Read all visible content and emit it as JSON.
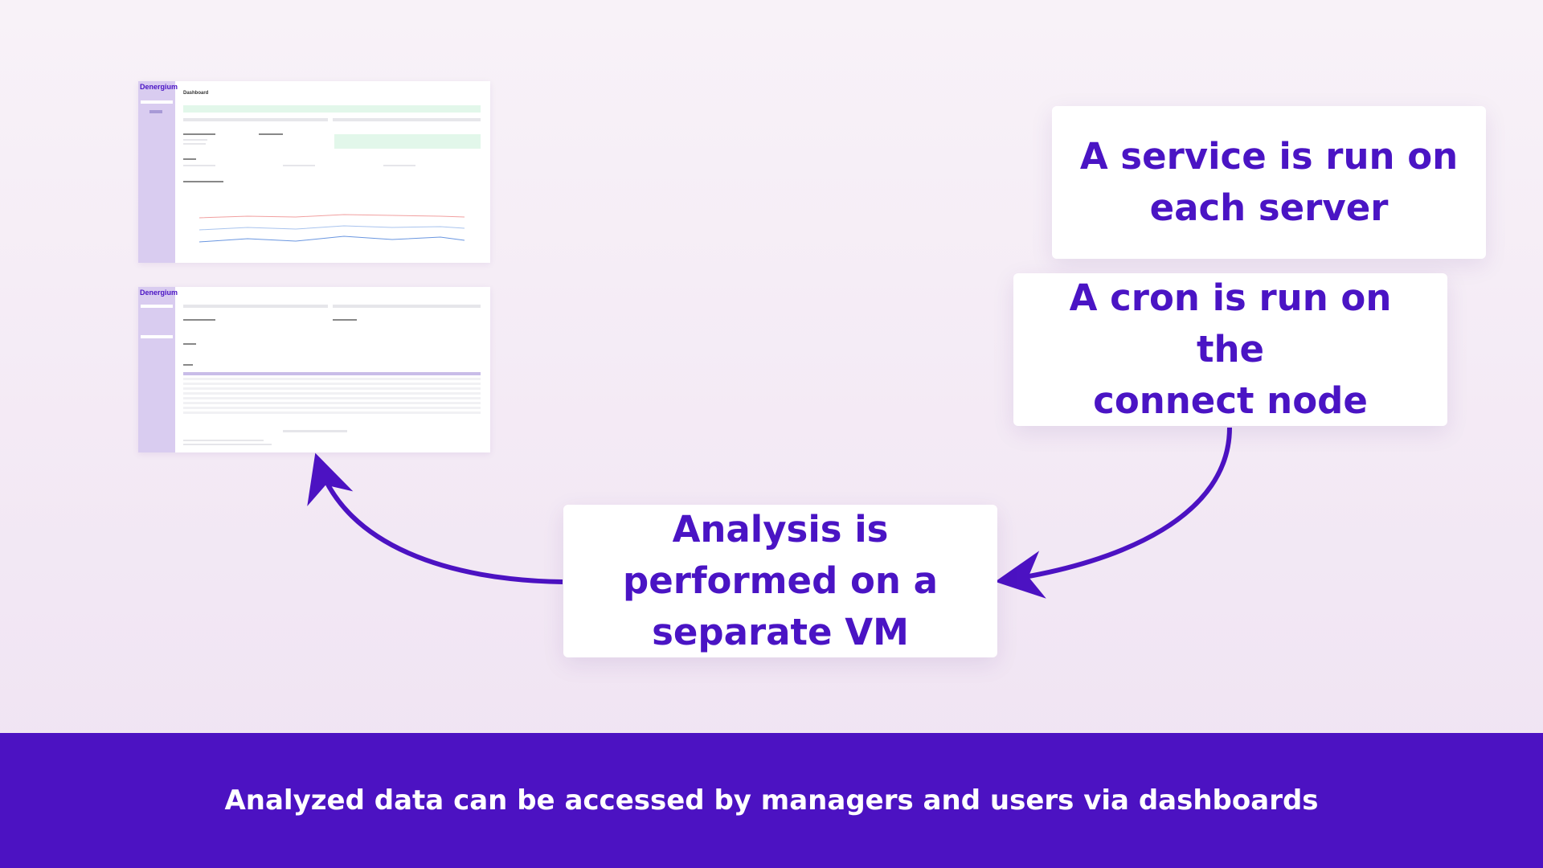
{
  "callouts": {
    "service": {
      "lines": [
        "A service is run on",
        "each server"
      ]
    },
    "cron": {
      "lines": [
        "A cron is run on the",
        "connect node"
      ]
    },
    "analysis": {
      "lines": [
        "Analysis is",
        "performed on a",
        "separate VM"
      ]
    }
  },
  "screenshots": {
    "dashboard": {
      "brand": "Denergium",
      "title": "Dashboard"
    },
    "jobs": {
      "brand": "Denergium"
    }
  },
  "footer": {
    "text": "Analyzed data can be accessed by managers and users via dashboards"
  },
  "colors": {
    "accent": "#4c12c2",
    "text_accent": "#4a14c4",
    "card": "#ffffff",
    "background": "#f4eaf4",
    "sidebar": "#d9ccf0"
  }
}
